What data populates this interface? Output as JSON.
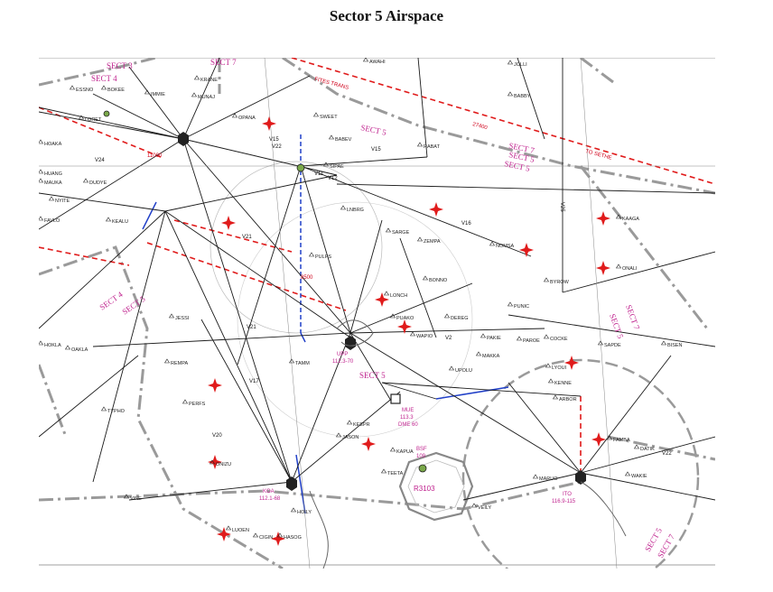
{
  "page": {
    "title": "Sector 5 Airspace"
  },
  "sectors": [
    "SECT 3",
    "SECT 4",
    "SECT 5",
    "SECT 7",
    "SECT 5",
    "SECT 4",
    "SECT 5",
    "SECT 5",
    "SECT 7",
    "SECT 5",
    "SECT 7",
    "SECT 5",
    "SECT 7",
    "SECT 5"
  ],
  "routes": [
    "FITES TRANS",
    "TO SETHE"
  ],
  "restricted_area": "R3103",
  "airways": [
    "V15",
    "V22",
    "V21",
    "V21",
    "V24",
    "V2",
    "V22",
    "V25",
    "V15",
    "V11",
    "V12",
    "V16",
    "V20",
    "V17"
  ],
  "navaids": [
    {
      "name": "UPP",
      "freq": "112.3-70"
    },
    {
      "name": "MUE",
      "freq": "113.3",
      "extra": "DME 60"
    },
    {
      "name": "ITO",
      "freq": "116.9-115"
    },
    {
      "name": "KOA",
      "freq": "112.1-68"
    },
    {
      "name": "BSF",
      "freq": "109"
    }
  ],
  "fixes": [
    "ESSNO",
    "BOKEE",
    "IMMIE",
    "KRANE",
    "MUNAJ",
    "BABBY",
    "AWAHI",
    "JOLLI",
    "LORET",
    "OPANA",
    "HOAKA",
    "SWEET",
    "BABEV",
    "HUANG",
    "SIPAE",
    "RABAT",
    "DUDYE",
    "MAUKA",
    "NYITE",
    "FAVLO",
    "KEALU",
    "LNBRG",
    "SARGE",
    "ZEMPA",
    "KAAGA",
    "NOMSA",
    "ONALI",
    "PULPS",
    "LONCH",
    "BONNO",
    "BYROW",
    "PUNIC",
    "DEREG",
    "PUAKO",
    "WAPIO",
    "PAKIE",
    "PAROE",
    "COCKE",
    "SAPDE",
    "BISEN",
    "UPOLU",
    "MAKKA",
    "KENNE",
    "ARBOR",
    "HOKLA",
    "REMPA",
    "TAMM",
    "JASON",
    "KEEPR",
    "KAPUA",
    "TYPHO",
    "FAMBA",
    "DATIK",
    "WAKIE",
    "MARUO",
    "ONIZU",
    "TEETA",
    "VEILY",
    "HOILY",
    "LUOEN",
    "CIGIN",
    "HASOG",
    "JESSI",
    "PERFS",
    "VINE",
    "OAKLA",
    "LYOUI"
  ],
  "references": [
    "27400",
    "8500",
    "11000"
  ],
  "colors": {
    "sector_boundary": "#9a9a9a",
    "red_route": "#e01b1b",
    "magenta": "#c0248f",
    "blue_route": "#2140c8",
    "airway": "#1a1a1a"
  }
}
